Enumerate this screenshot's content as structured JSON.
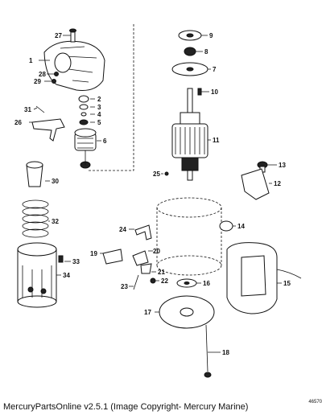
{
  "footer_text": "MercuryPartsOnline v2.5.1 (Image Copyright- Mercury Marine)",
  "figure_number": "46570",
  "callouts": [
    "1",
    "2",
    "3",
    "4",
    "5",
    "6",
    "7",
    "8",
    "9",
    "10",
    "11",
    "12",
    "13",
    "14",
    "15",
    "16",
    "17",
    "18",
    "19",
    "20",
    "21",
    "22",
    "23",
    "24",
    "25",
    "26",
    "27",
    "28",
    "29",
    "30",
    "31",
    "32",
    "33",
    "34"
  ]
}
